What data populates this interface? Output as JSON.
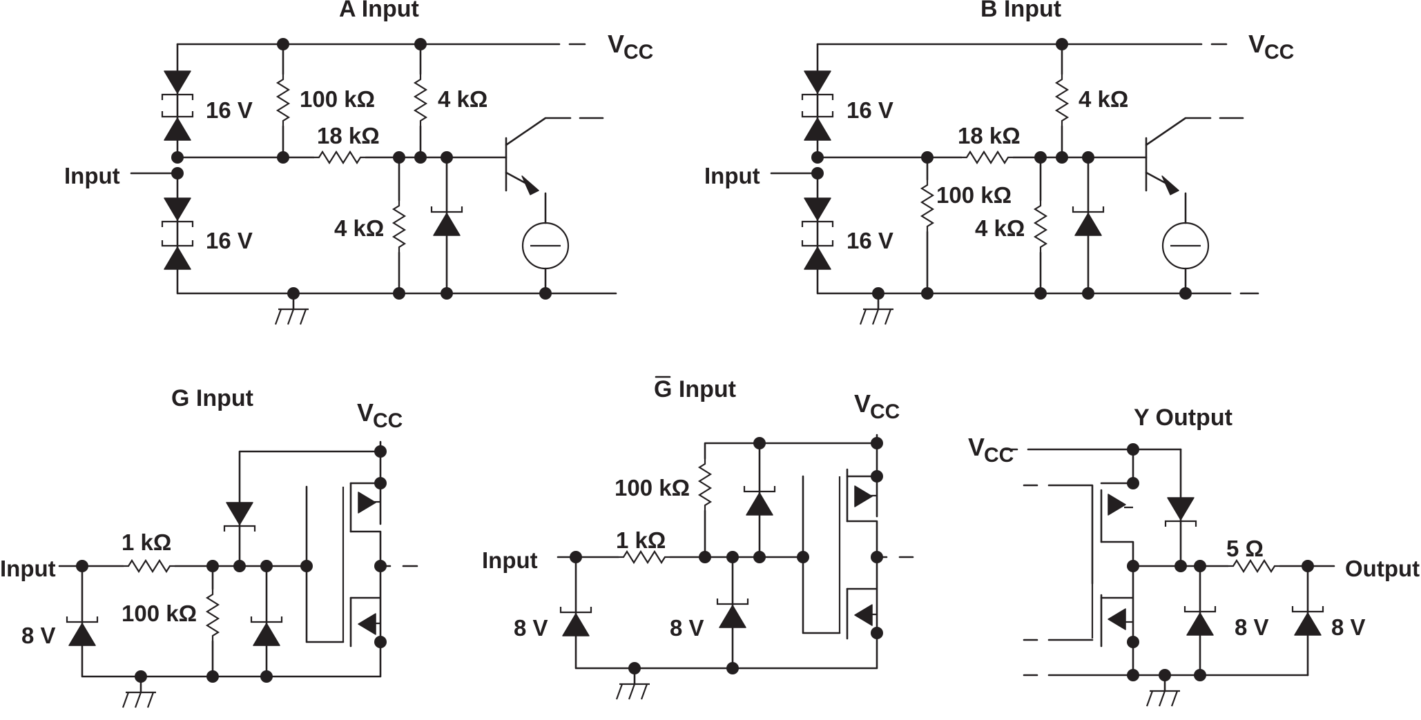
{
  "circuits": {
    "a": {
      "title": "A Input",
      "vcc_main": "V",
      "vcc_sub": "CC",
      "input_label": "Input",
      "zener_top": "16 V",
      "zener_bottom": "16 V",
      "r_pullup_big": "100 kΩ",
      "r_pullup_small": "4 kΩ",
      "r_series": "18 kΩ",
      "r_shunt": "4 kΩ"
    },
    "b": {
      "title": "B Input",
      "vcc_main": "V",
      "vcc_sub": "CC",
      "input_label": "Input",
      "zener_top": "16 V",
      "zener_bottom": "16 V",
      "r_pullup_small": "4 kΩ",
      "r_series": "18 kΩ",
      "r_pulldown_big": "100 kΩ",
      "r_shunt": "4 kΩ"
    },
    "g": {
      "title": "G Input",
      "vcc_main": "V",
      "vcc_sub": "CC",
      "input_label": "Input",
      "r_series": "1 kΩ",
      "r_pulldown": "100 kΩ",
      "zener": "8 V"
    },
    "gbar": {
      "title_letter": "G",
      "title_rest": " Input",
      "vcc_main": "V",
      "vcc_sub": "CC",
      "input_label": "Input",
      "r_pullup": "100 kΩ",
      "r_series": "1 kΩ",
      "zener_input": "8 V",
      "zener_mid": "8 V"
    },
    "y": {
      "title": "Y Output",
      "vcc_main": "V",
      "vcc_sub": "CC",
      "output_label": "Output",
      "r_series": "5 Ω",
      "zener_mid": "8 V",
      "zener_out": "8 V"
    }
  }
}
